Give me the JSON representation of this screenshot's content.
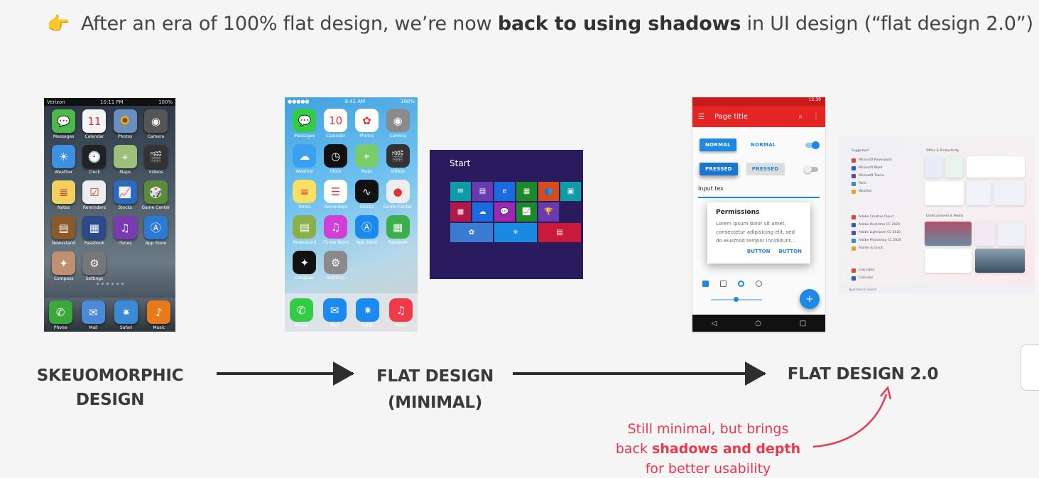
{
  "heading": {
    "hand_icon": "pointing-hand-icon",
    "pre": "After an era of 100% flat design, we’re now ",
    "bold": "back to using shadows",
    "post": " in UI design (“flat design 2.0”)"
  },
  "stages": {
    "skeuo_line1": "SKEUOMORPHIC",
    "skeuo_line2": "DESIGN",
    "flat_line1": "FLAT DESIGN",
    "flat_line2": "(MINIMAL)",
    "flat2": "FLAT DESIGN 2.0"
  },
  "note": {
    "line1": "Still minimal, but brings",
    "line2_pre": "back ",
    "line2_bold": "shadows and depth",
    "line3": "for better usability"
  },
  "colors": {
    "accent_red": "#e8384f",
    "arrow": "#2e2e2e",
    "material_blue": "#1e88e5",
    "material_red": "#e52424"
  },
  "ios6": {
    "carrier": "Verizon",
    "time": "10:11 PM",
    "battery": "100%",
    "apps": [
      {
        "label": "Messages",
        "glyph": "💬",
        "color": "#4cb84a"
      },
      {
        "label": "Calendar",
        "glyph": "11",
        "color": "#f4f4f4"
      },
      {
        "label": "Photos",
        "glyph": "🌻",
        "color": "#6a8fbf"
      },
      {
        "label": "Camera",
        "glyph": "◉",
        "color": "#555"
      },
      {
        "label": "Weather",
        "glyph": "☀",
        "color": "#3d8fe0"
      },
      {
        "label": "Clock",
        "glyph": "🕙",
        "color": "#222"
      },
      {
        "label": "Maps",
        "glyph": "⌖",
        "color": "#9cbf7a"
      },
      {
        "label": "Videos",
        "glyph": "🎬",
        "color": "#333"
      },
      {
        "label": "Notes",
        "glyph": "≣",
        "color": "#f2d060"
      },
      {
        "label": "Reminders",
        "glyph": "☑",
        "color": "#eee"
      },
      {
        "label": "Stocks",
        "glyph": "📈",
        "color": "#2a6bc2"
      },
      {
        "label": "Game Center",
        "glyph": "🎲",
        "color": "#5a8a3a"
      },
      {
        "label": "Newsstand",
        "glyph": "▤",
        "color": "#8a5a2a"
      },
      {
        "label": "Passbook",
        "glyph": "▦",
        "color": "#2a4a8a"
      },
      {
        "label": "iTunes",
        "glyph": "♫",
        "color": "#7a3ab0"
      },
      {
        "label": "App Store",
        "glyph": "Ⓐ",
        "color": "#2a7ad6"
      },
      {
        "label": "Compass",
        "glyph": "✦",
        "color": "#c09070"
      },
      {
        "label": "Settings",
        "glyph": "⚙",
        "color": "#777"
      }
    ],
    "dock": [
      {
        "label": "Phone",
        "glyph": "✆",
        "color": "#3aa83a"
      },
      {
        "label": "Mail",
        "glyph": "✉",
        "color": "#4a8ad6"
      },
      {
        "label": "Safari",
        "glyph": "✷",
        "color": "#3a8ad6"
      },
      {
        "label": "Music",
        "glyph": "♪",
        "color": "#e87a1a"
      }
    ]
  },
  "ios7": {
    "time": "9:41 AM",
    "battery": "100%",
    "apps": [
      {
        "label": "Messages",
        "glyph": "💬",
        "color": "#33cc44"
      },
      {
        "label": "Calendar",
        "glyph": "10",
        "color": "#ffffff"
      },
      {
        "label": "Photos",
        "glyph": "✿",
        "color": "#ffffff"
      },
      {
        "label": "Camera",
        "glyph": "◉",
        "color": "#8a8a8a"
      },
      {
        "label": "Weather",
        "glyph": "☁",
        "color": "#3aa0f0"
      },
      {
        "label": "Clock",
        "glyph": "◷",
        "color": "#111"
      },
      {
        "label": "Maps",
        "glyph": "⌖",
        "color": "#7acb6a"
      },
      {
        "label": "Videos",
        "glyph": "🎬",
        "color": "#333"
      },
      {
        "label": "Notes",
        "glyph": "≡",
        "color": "#f8e060"
      },
      {
        "label": "Reminders",
        "glyph": "☰",
        "color": "#ffffff"
      },
      {
        "label": "Stocks",
        "glyph": "∿",
        "color": "#111"
      },
      {
        "label": "Game Center",
        "glyph": "●",
        "color": "#eeeeee"
      },
      {
        "label": "Newsstand",
        "glyph": "▤",
        "color": "#8ab04a"
      },
      {
        "label": "iTunes Store",
        "glyph": "♫",
        "color": "#d040d8"
      },
      {
        "label": "App Store",
        "glyph": "Ⓐ",
        "color": "#1a8af0"
      },
      {
        "label": "Passbook",
        "glyph": "▦",
        "color": "#3ab04a"
      },
      {
        "label": "Compass",
        "glyph": "✦",
        "color": "#111"
      },
      {
        "label": "Settings",
        "glyph": "⚙",
        "color": "#8a8a8a"
      }
    ],
    "dock": [
      {
        "label": "Phone",
        "glyph": "✆",
        "color": "#33cc44"
      },
      {
        "label": "Mail",
        "glyph": "✉",
        "color": "#1a8af0"
      },
      {
        "label": "Safari",
        "glyph": "✷",
        "color": "#1a8af0"
      },
      {
        "label": "Music",
        "glyph": "♫",
        "color": "#f03a4a"
      }
    ]
  },
  "win8": {
    "start": "Start",
    "tiles": [
      {
        "glyph": "✉",
        "color": "#0f9ba8"
      },
      {
        "glyph": "▤",
        "color": "#6a3ab0"
      },
      {
        "glyph": "e",
        "color": "#1a6ae0"
      },
      {
        "glyph": "▦",
        "color": "#1a8a2a"
      },
      {
        "glyph": "👥",
        "color": "#d84a1a"
      },
      {
        "glyph": "▣",
        "color": "#0f9ba8"
      },
      {
        "glyph": "▦",
        "color": "#b01a4a"
      },
      {
        "glyph": "☁",
        "color": "#1a6ae0"
      },
      {
        "glyph": "💬",
        "color": "#9a2ab0"
      },
      {
        "glyph": "📈",
        "color": "#1a8a2a"
      },
      {
        "glyph": "🏆",
        "color": "#6a3ab0"
      },
      {
        "glyph": "✿",
        "color": "#3a7ad0"
      },
      {
        "glyph": "☀",
        "color": "#1a8ae0"
      },
      {
        "glyph": "▤",
        "color": "#c81a3a"
      }
    ]
  },
  "android": {
    "time": "12:30",
    "page_title": "Page title",
    "btn_normal_raised": "NORMAL",
    "btn_normal_flat": "NORMAL",
    "btn_pressed_raised": "PRESSED",
    "btn_pressed_flat": "PRESSED",
    "input_value": "Input tex",
    "dialog_title": "Permissions",
    "dialog_body": "Lorem ipsum dolor sit amet, consectetur adipisicing elit, sed do eiusmod tempor incididunt...",
    "dialog_btn1": "BUTTON",
    "dialog_btn2": "BUTTON",
    "fab_glyph": "+"
  },
  "win11": {
    "suggested": "Suggested",
    "office": "Office & Productivity",
    "entertainment": "Entertainment & Media",
    "apps_left": [
      "Microsoft Powerpoint",
      "Microsoft Word",
      "Microsoft Teams",
      "Paint",
      "Weather"
    ],
    "apps_left2": [
      "Adobe Creative Cloud",
      "Adobe Illustrator CC 2020",
      "Adobe Lightroom CC 2020",
      "Adobe Photoshop CC 2020",
      "Alarms & Clock"
    ],
    "apps_left3": [
      "Calculator",
      "Calendar"
    ],
    "search": "Type here to search"
  }
}
